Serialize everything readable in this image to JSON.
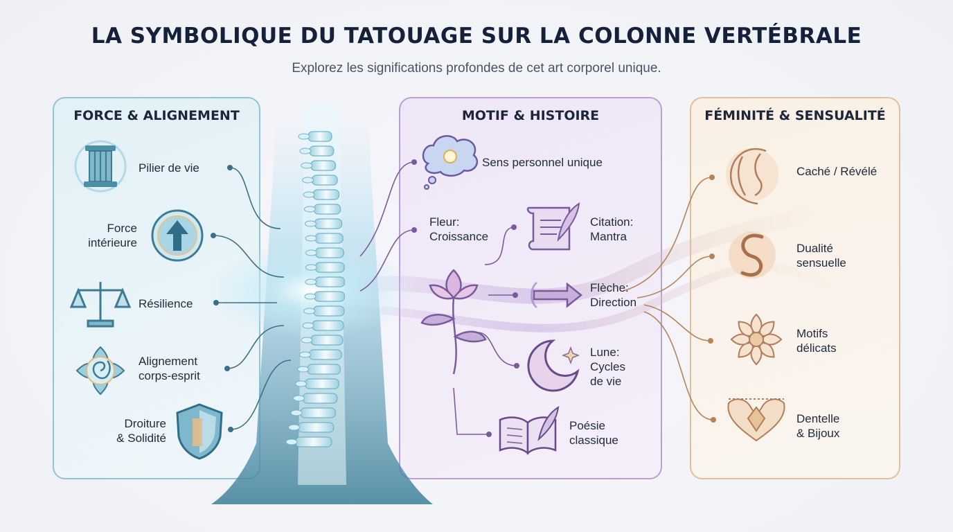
{
  "title": "LA SYMBOLIQUE DU TATOUAGE SUR LA COLONNE VERTÉBRALE",
  "subtitle": "Explorez les significations profondes de cet art corporel unique.",
  "panels": {
    "left": {
      "title": "FORCE & ALIGNEMENT",
      "items": [
        {
          "label": "Pilier de vie",
          "icon": "pillar-icon"
        },
        {
          "label": "Force\nintérieure",
          "icon": "up-arrow-icon"
        },
        {
          "label": "Résilience",
          "icon": "scales-icon"
        },
        {
          "label": "Alignement\ncorps-esprit",
          "icon": "lotus-spiral-icon"
        },
        {
          "label": "Droiture\n& Solidité",
          "icon": "shield-icon"
        }
      ]
    },
    "middle": {
      "title": "MOTIF & HISTOIRE",
      "items": [
        {
          "label": "Sens personnel unique",
          "icon": "thought-bubble-icon"
        },
        {
          "label": "Fleur:\nCroissance",
          "icon": "lotus-flower-icon"
        },
        {
          "label": "Citation:\nMantra",
          "icon": "scroll-quill-icon"
        },
        {
          "label": "Flèche:\nDirection",
          "icon": "arrow-icon"
        },
        {
          "label": "Lune:\nCycles\nde vie",
          "icon": "crescent-moon-icon"
        },
        {
          "label": "Poésie\nclassique",
          "icon": "open-book-icon"
        }
      ]
    },
    "right": {
      "title": "FÉMINITÉ & SENSUALITÉ",
      "items": [
        {
          "label": "Caché / Révélé",
          "icon": "woman-profile-icon"
        },
        {
          "label": "Dualité\nsensuelle",
          "icon": "s-curve-icon"
        },
        {
          "label": "Motifs\ndélicats",
          "icon": "mandala-icon"
        },
        {
          "label": "Dentelle\n& Bijoux",
          "icon": "lace-jewel-icon"
        }
      ]
    }
  },
  "colors": {
    "left": "#4f95ad",
    "middle": "#8f6ab5",
    "right": "#c9986a",
    "title": "#15213a"
  }
}
